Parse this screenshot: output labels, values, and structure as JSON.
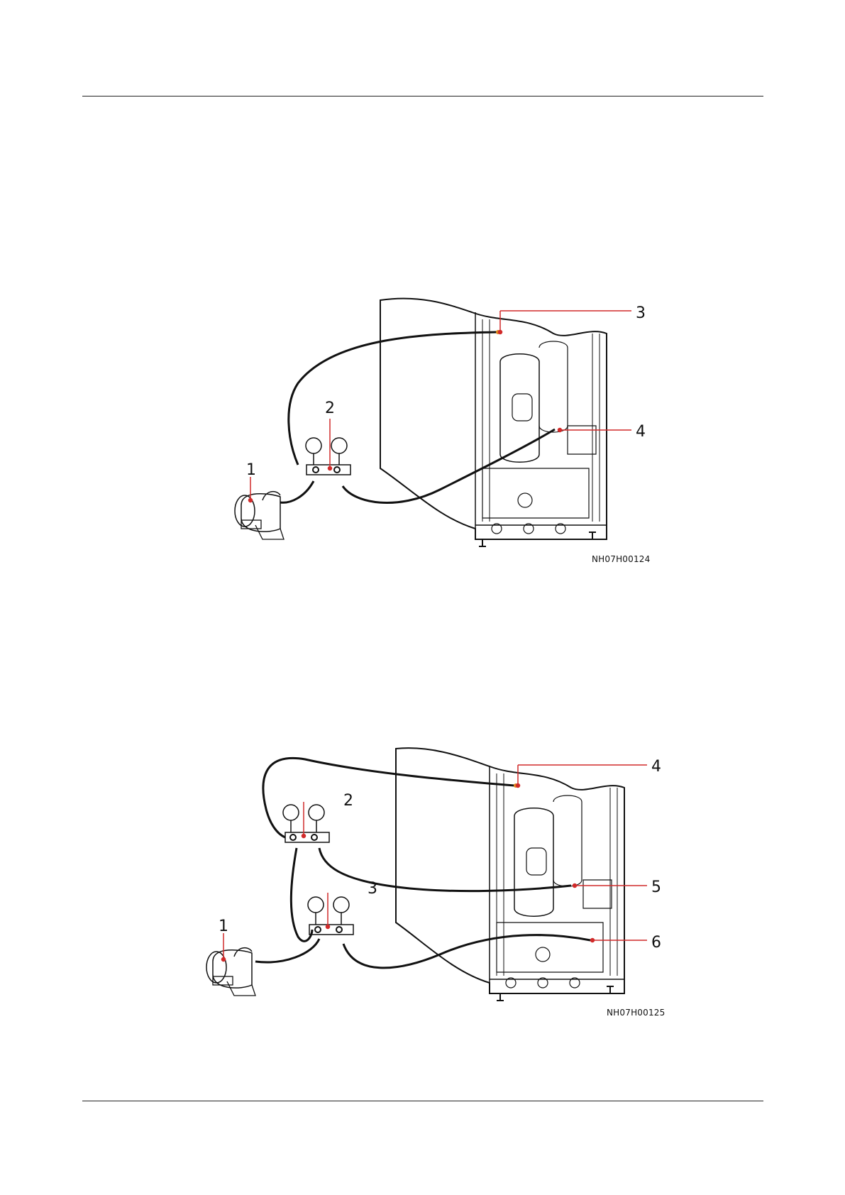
{
  "figures": [
    {
      "callouts": [
        "1",
        "2",
        "3",
        "4"
      ],
      "code": "NH07H00124"
    },
    {
      "callouts": [
        "1",
        "2",
        "3",
        "4",
        "5",
        "6"
      ],
      "code": "NH07H00125"
    }
  ],
  "colors": {
    "leader": "#d12a2a",
    "ink": "#111111",
    "port": "#e08a1e"
  }
}
